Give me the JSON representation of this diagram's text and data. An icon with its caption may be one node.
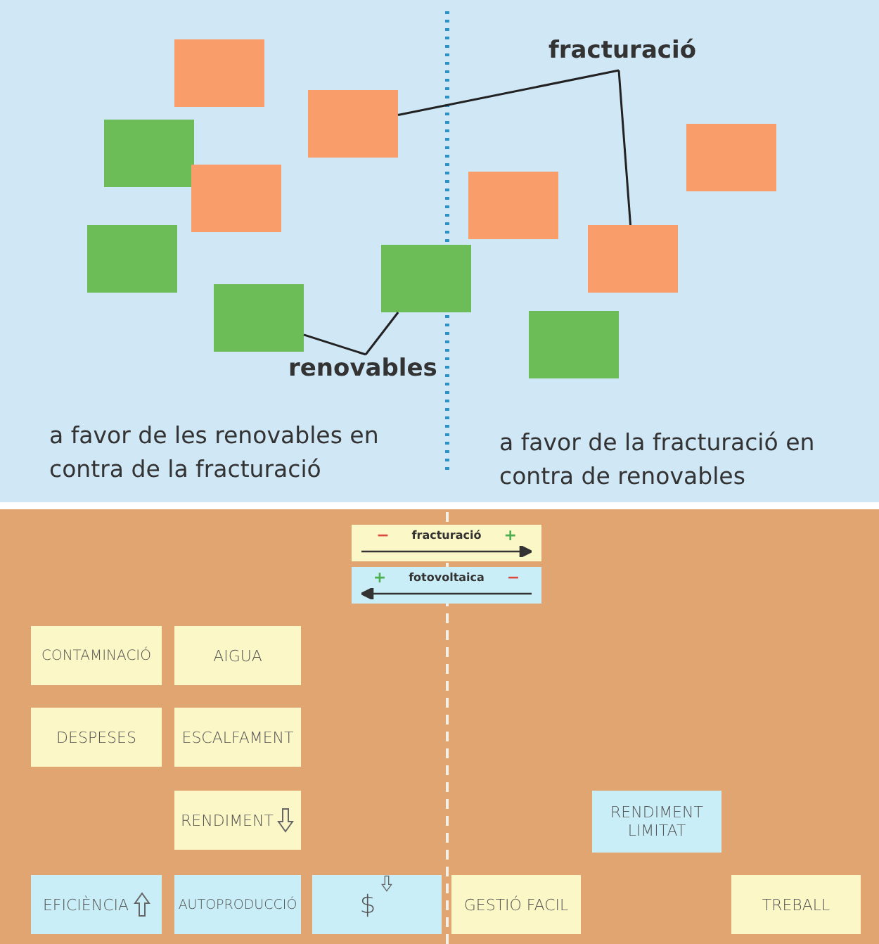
{
  "diagram": {
    "nodes": [
      {
        "text": [],
        "shape": "box"
      },
      {
        "text": [
          "fracturació"
        ]
      },
      {
        "text": [],
        "shape": "box"
      },
      {
        "text": [],
        "shape": "box"
      },
      {
        "text": [],
        "shape": "box"
      },
      {
        "text": [],
        "shape": "box"
      },
      {
        "text": [],
        "shape": "box"
      },
      {
        "text": [],
        "shape": "box"
      },
      {
        "text": [],
        "shape": "box"
      },
      {
        "text": [],
        "shape": "box"
      },
      {
        "text": [],
        "shape": "box"
      },
      {
        "text": [],
        "shape": "box"
      },
      {
        "text": [
          "renovables"
        ]
      },
      {
        "text": [
          "−",
          "fracturació",
          "+"
        ]
      },
      {
        "text": [
          "+",
          "fotovoltaica",
          "−"
        ]
      },
      {
        "text": [
          "CONTAMINACIÓ"
        ]
      },
      {
        "text": [
          "AIGUA"
        ]
      },
      {
        "text": [
          "DESPESES"
        ]
      },
      {
        "text": [
          "ESCALFAMENT"
        ]
      },
      {
        "text": [
          "RENDIMENT"
        ]
      },
      {
        "text": [
          "RENDIMENT LIMITAT"
        ]
      },
      {
        "text": [
          "EFICIÈNCIA"
        ]
      },
      {
        "text": [
          "AUTOPRODUCCIÓ"
        ]
      },
      {
        "text": [
          "$"
        ]
      },
      {
        "text": [
          "GESTIÓ FACIL"
        ]
      },
      {
        "text": [
          "TREBALL"
        ]
      }
    ],
    "edges": [
      {
        "from": 1,
        "to": 2,
        "arrow": "none"
      },
      {
        "from": 1,
        "to": 8,
        "arrow": "none"
      },
      {
        "from": 12,
        "to": 10,
        "arrow": "none"
      },
      {
        "from": 12,
        "to": 9,
        "arrow": "none"
      }
    ],
    "labels": [
      "a favor de les renovables en contra de la fracturació",
      "a favor de la fracturació en contra de renovables"
    ]
  }
}
